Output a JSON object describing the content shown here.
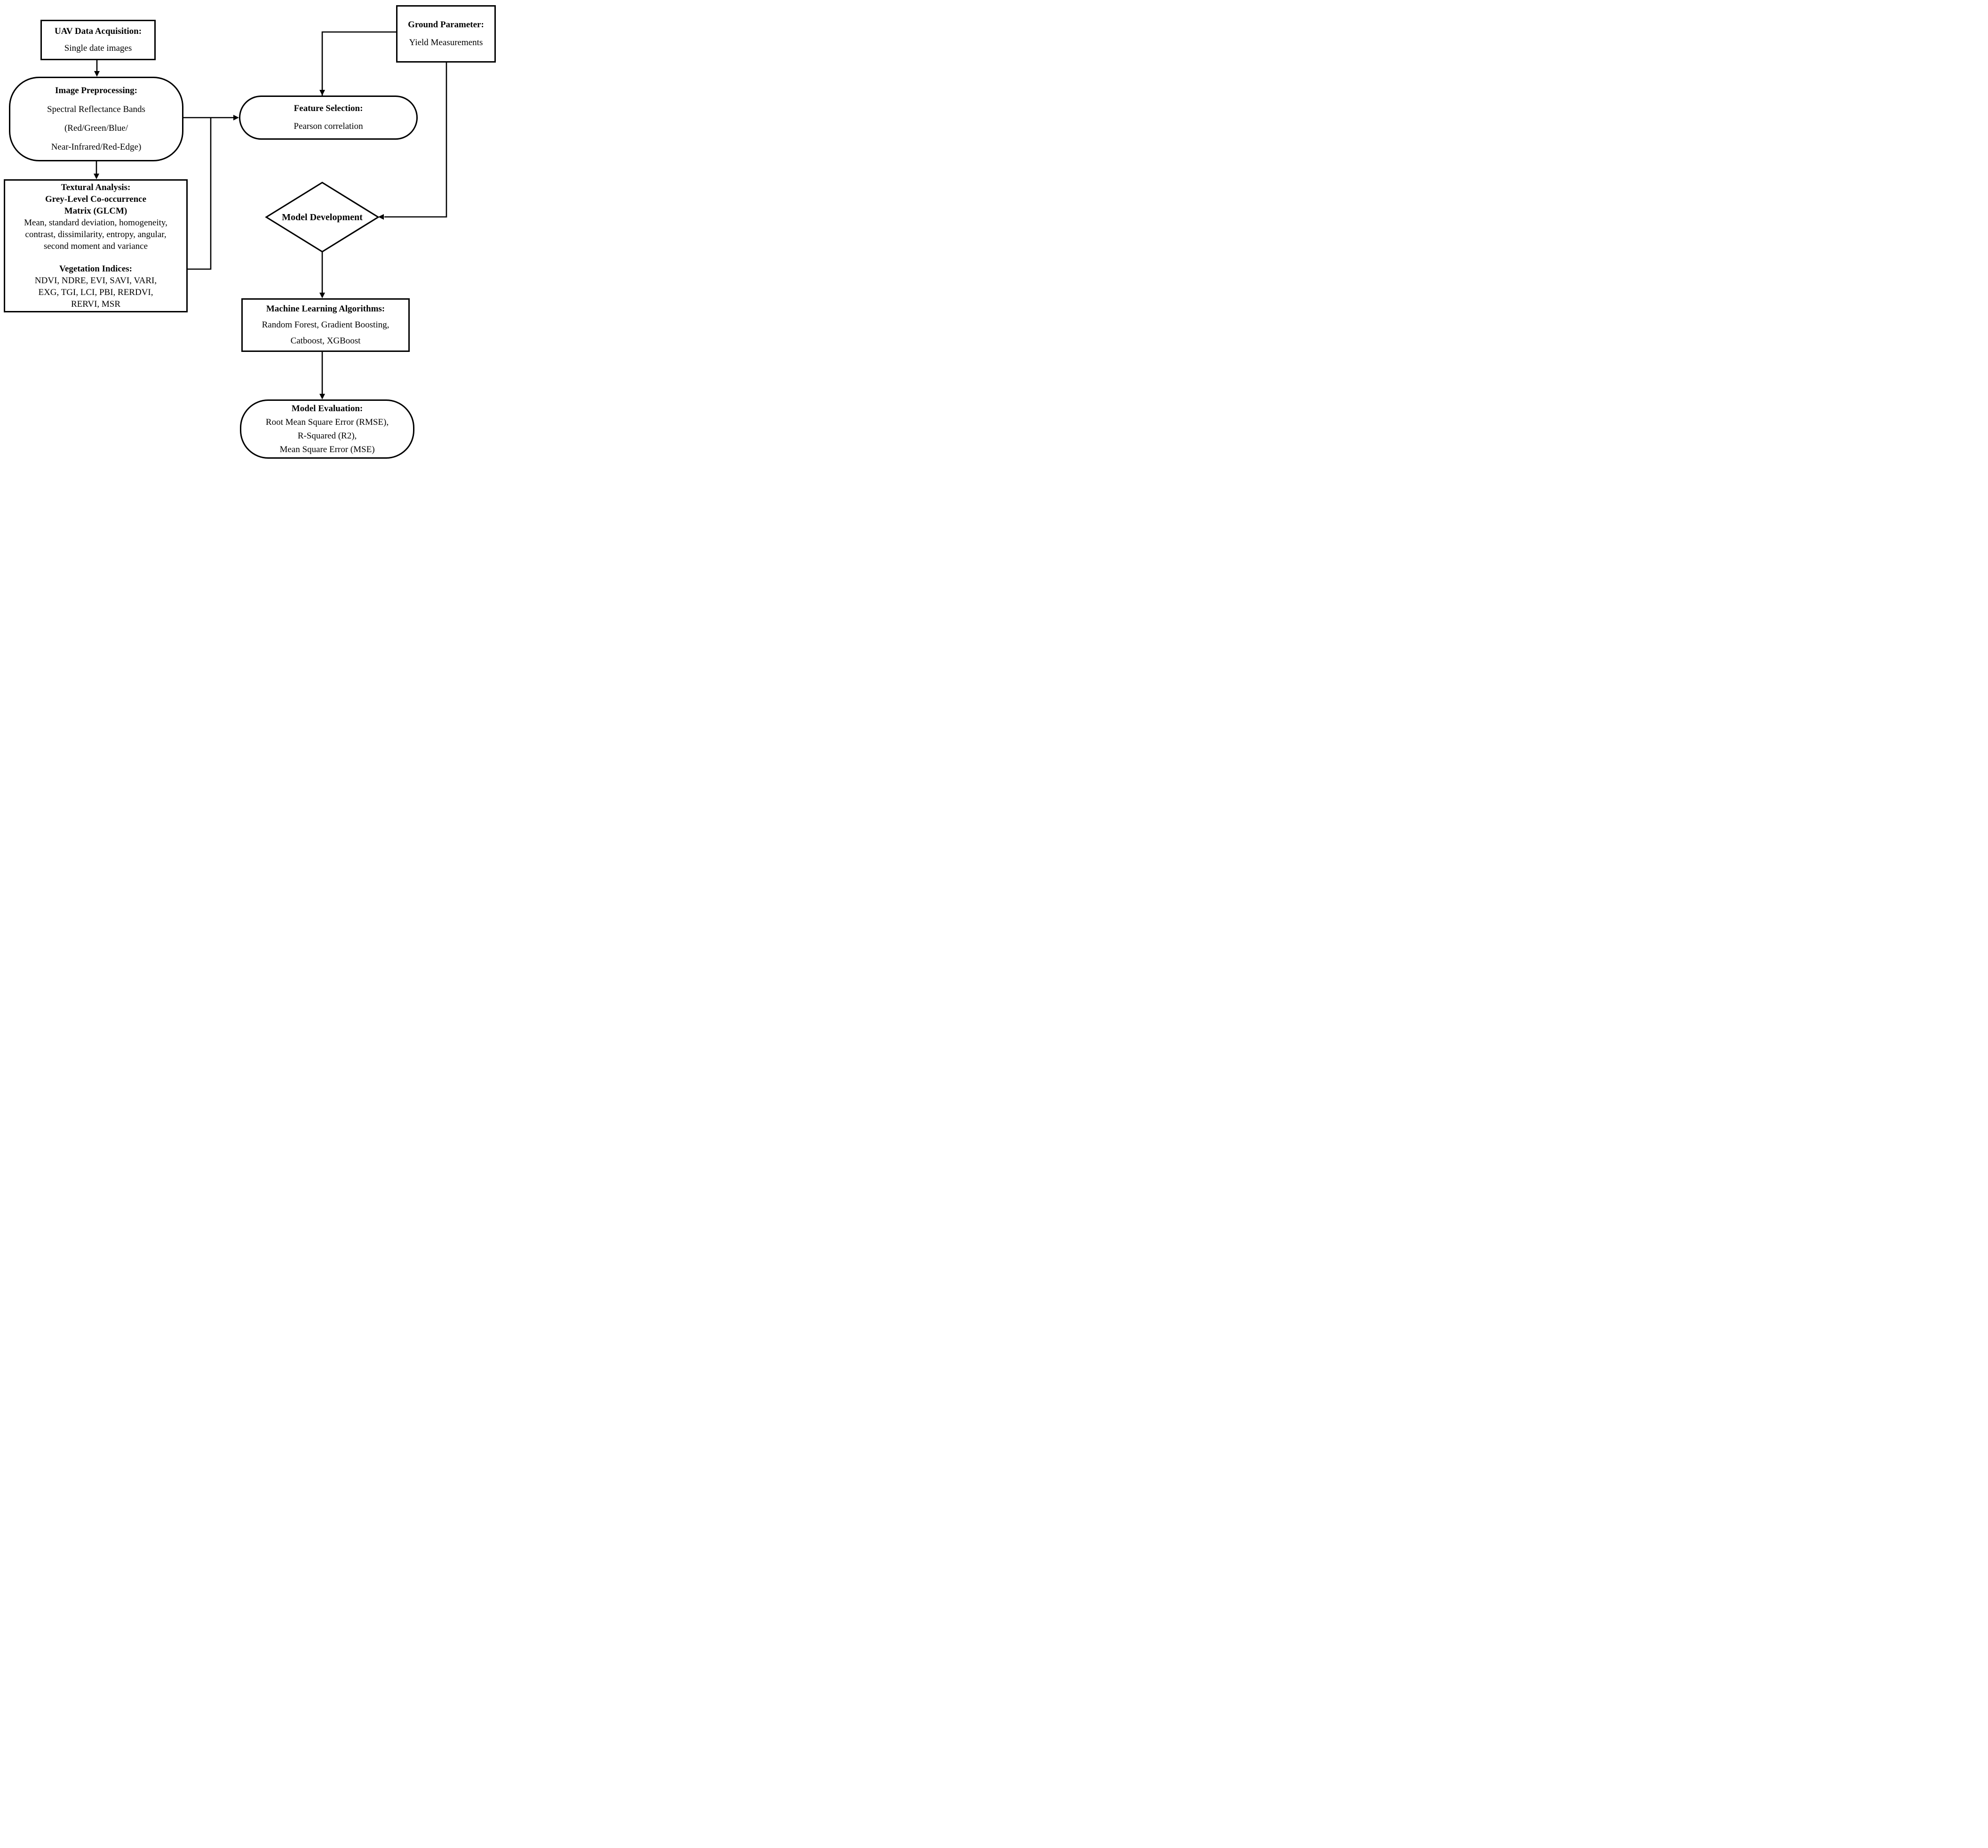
{
  "page": {
    "background_color": "#ffffff",
    "line_color": "#000000",
    "text_color": "#000000"
  },
  "nodes": {
    "uav": {
      "title": "UAV Data Acquisition:",
      "lines": [
        "Single date images"
      ]
    },
    "preprocessing": {
      "title": "Image Preprocessing:",
      "lines": [
        "Spectral Reflectance Bands",
        "(Red/Green/Blue/",
        "Near-Infrared/Red-Edge)"
      ]
    },
    "textural": {
      "title_lines": [
        "Textural Analysis:",
        "Grey-Level Co-occurrence",
        "Matrix (GLCM)"
      ],
      "glcm_lines": [
        "Mean, standard deviation, homogeneity,",
        "contrast, dissimilarity, entropy, angular,",
        "second moment and variance"
      ],
      "vi_title": "Vegetation Indices:",
      "vi_lines": [
        "NDVI, NDRE, EVI, SAVI, VARI,",
        "EXG, TGI, LCI, PBI, RERDVI,",
        "RERVI, MSR"
      ]
    },
    "ground": {
      "title": "Ground Parameter:",
      "lines": [
        "Yield Measurements"
      ]
    },
    "feature_selection": {
      "title": "Feature Selection:",
      "lines": [
        "Pearson correlation"
      ]
    },
    "model_development": {
      "title": "Model Development"
    },
    "ml_algorithms": {
      "title": "Machine Learning Algorithms:",
      "lines": [
        "Random Forest, Gradient Boosting,",
        "Catboost, XGBoost"
      ]
    },
    "evaluation": {
      "title": "Model Evaluation:",
      "lines": [
        "Root Mean Square Error (RMSE),",
        "R-Squared (R2),",
        "Mean Square Error (MSE)"
      ]
    }
  }
}
